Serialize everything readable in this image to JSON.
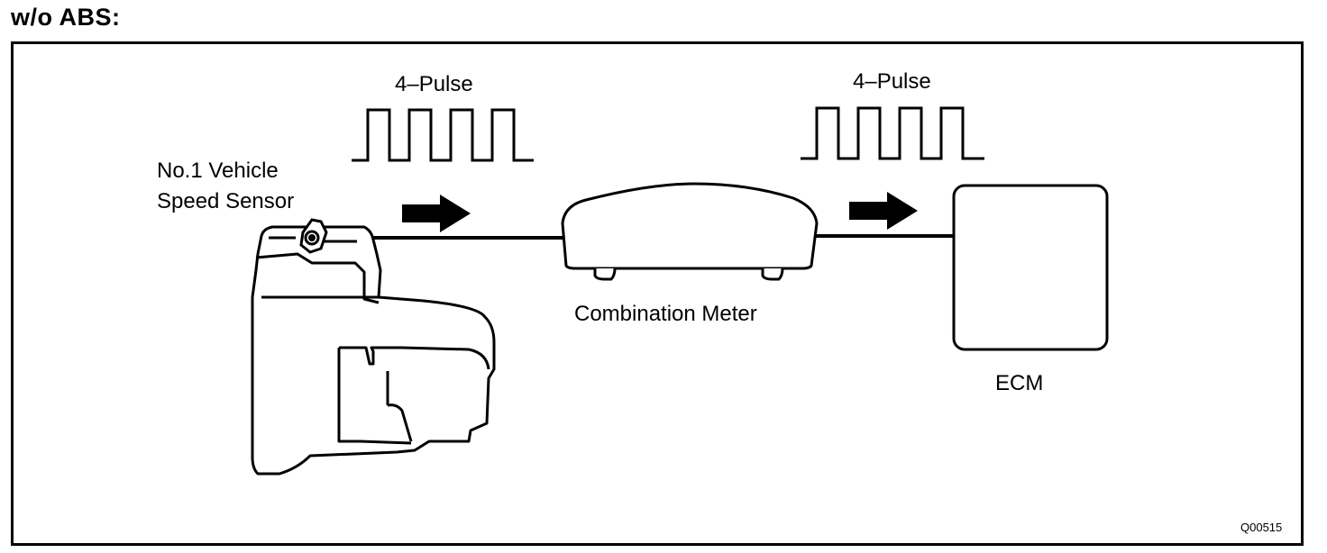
{
  "heading": "w/o ABS:",
  "labels": {
    "pulse_left": "4–Pulse",
    "pulse_right": "4–Pulse",
    "sensor_line1": "No.1 Vehicle",
    "sensor_line2": "Speed Sensor",
    "meter": "Combination Meter",
    "ecm": "ECM"
  },
  "figure_code": "Q00515"
}
